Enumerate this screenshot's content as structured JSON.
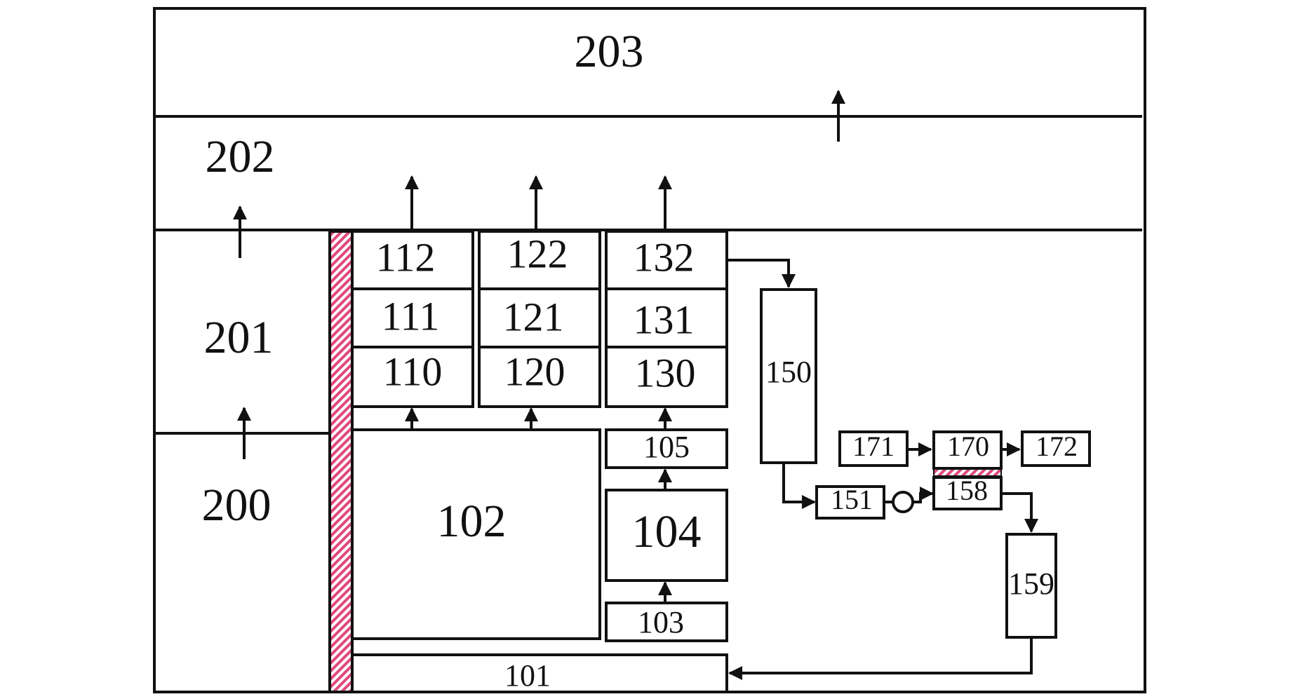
{
  "zones": {
    "z203": "203",
    "z202": "202",
    "z201": "201",
    "z200": "200"
  },
  "blocks": {
    "b101": "101",
    "b102": "102",
    "b103": "103",
    "b104": "104",
    "b105": "105",
    "b110": "110",
    "b111": "111",
    "b112": "112",
    "b120": "120",
    "b121": "121",
    "b122": "122",
    "b130": "130",
    "b131": "131",
    "b132": "132",
    "b150": "150",
    "b151": "151",
    "b158": "158",
    "b159": "159",
    "b170": "170",
    "b171": "171",
    "b172": "172"
  },
  "colors": {
    "hatch_wall": "#e0487a",
    "line": "#111111"
  }
}
